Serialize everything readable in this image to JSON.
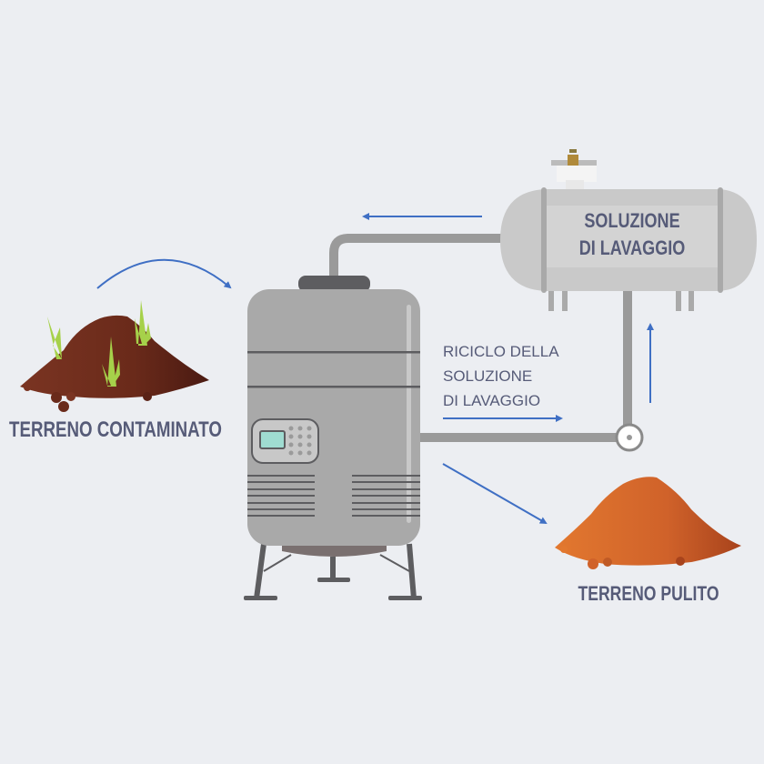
{
  "labels": {
    "contaminated_soil": "TERRENO CONTAMINATO",
    "clean_soil": "TERRENO PULITO",
    "wash_tank_line1": "SOLUZIONE",
    "wash_tank_line2": "DI LAVAGGIO",
    "recycle_line1": "RICICLO DELLA",
    "recycle_line2": "SOLUZIONE",
    "recycle_line3": "DI LAVAGGIO"
  },
  "colors": {
    "background": "#eceef2",
    "arrow": "#3f6fc4",
    "text": "#565b78",
    "tank": "#a9a9a9",
    "wash_tank": "#c9c9c9",
    "contaminated_soil": "#6e2a1c",
    "clean_soil": "#d2652a",
    "grass": "#a6d14a"
  }
}
